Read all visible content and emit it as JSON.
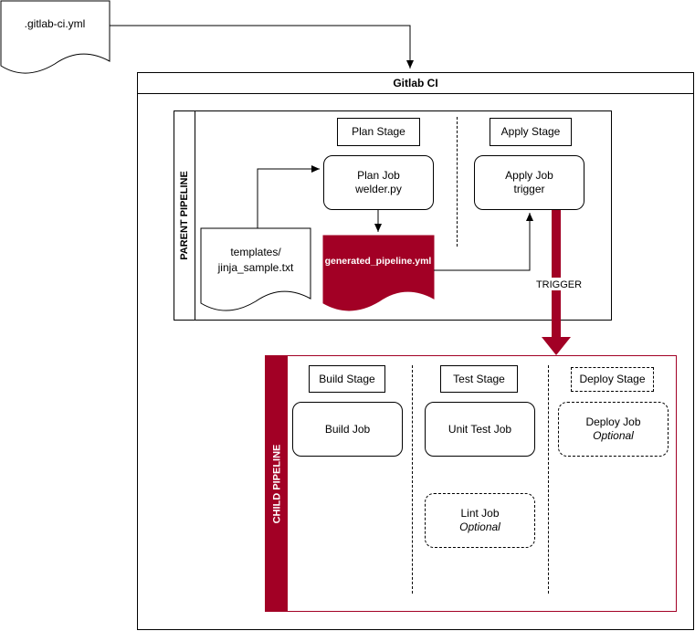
{
  "source_file": {
    "label": ".gitlab-ci.yml"
  },
  "gitlab_ci": {
    "title": "Gitlab CI"
  },
  "parent_pipeline": {
    "title": "PARENT PIPELINE",
    "plan_stage": "Plan Stage",
    "apply_stage": "Apply Stage",
    "plan_job": {
      "line1": "Plan Job",
      "line2": "welder.py"
    },
    "apply_job": {
      "line1": "Apply Job",
      "line2": "trigger"
    },
    "templates_doc": {
      "line1": "templates/",
      "line2": "jinja_sample.txt"
    },
    "generated_doc": {
      "label": "generated_pipeline.yml"
    }
  },
  "trigger_label": "TRIGGER",
  "child_pipeline": {
    "title": "CHILD PIPELINE",
    "build_stage": "Build Stage",
    "test_stage": "Test Stage",
    "deploy_stage": "Deploy Stage",
    "build_job": "Build Job",
    "unit_test_job": "Unit Test Job",
    "lint_job": {
      "line1": "Lint Job",
      "line2": "Optional"
    },
    "deploy_job": {
      "line1": "Deploy Job",
      "line2": "Optional"
    }
  },
  "colors": {
    "accent": "#a20025",
    "line": "#000000",
    "background": "#ffffff"
  }
}
